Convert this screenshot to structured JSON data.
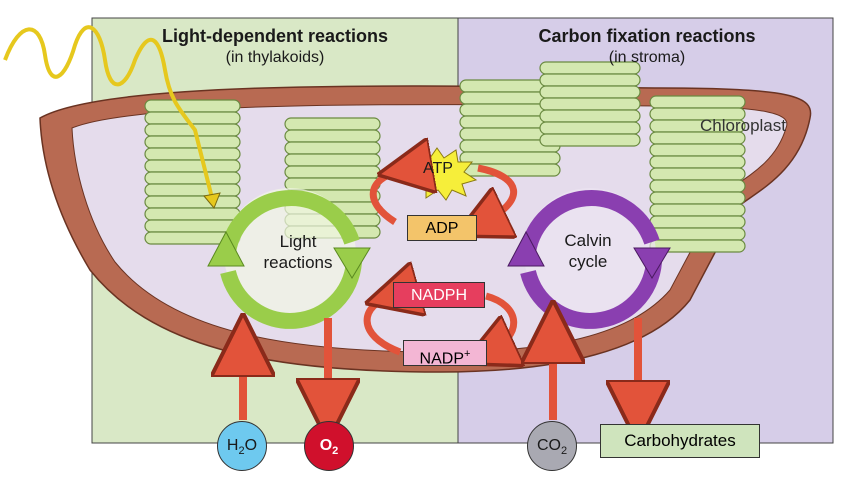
{
  "left_panel": {
    "title": "Light-dependent reactions",
    "subtitle": "(in thylakoids)"
  },
  "right_panel": {
    "title": "Carbon fixation reactions",
    "subtitle": "(in stroma)"
  },
  "chloroplast_label": "Chloroplast",
  "light_cycle": {
    "line1": "Light",
    "line2": "reactions"
  },
  "calvin_cycle": {
    "line1": "Calvin",
    "line2": "cycle"
  },
  "atp": "ATP",
  "adp": "ADP",
  "nadph": "NADPH",
  "nadp": {
    "base": "NADP",
    "sup": "+"
  },
  "h2o": {
    "base": "H",
    "sub": "2",
    "rest": "O"
  },
  "o2": {
    "base": "O",
    "sub": "2"
  },
  "co2": {
    "base": "CO",
    "sub": "2"
  },
  "carbohydrates": "Carbohydrates",
  "colors": {
    "left_panel_bg": "#d9e8c6",
    "right_panel_bg": "#d6cde8",
    "light_cycle": "#9acd4a",
    "calvin_cycle": "#8a3fb0",
    "arrow_red": "#e2533a",
    "chloroplast_wall": "#b86a52"
  }
}
